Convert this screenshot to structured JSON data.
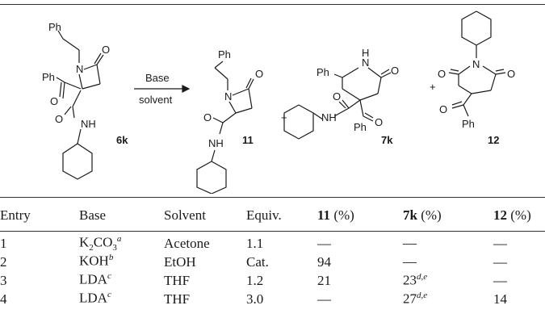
{
  "scheme": {
    "arrow_top": "Base",
    "arrow_bottom": "solvent",
    "plus": "+",
    "labels": {
      "ph": "Ph",
      "n": "N",
      "o": "O",
      "nh": "NH",
      "h": "H"
    },
    "compounds": {
      "start": "6k",
      "p11": "11",
      "p7k": "7k",
      "p12": "12"
    }
  },
  "table": {
    "headers": [
      {
        "bold": "",
        "text": "Entry"
      },
      {
        "bold": "",
        "text": "Base"
      },
      {
        "bold": "",
        "text": "Solvent"
      },
      {
        "bold": "",
        "text": "Equiv."
      },
      {
        "bold": "11",
        "text": " (%)"
      },
      {
        "bold": "7k",
        "text": " (%)"
      },
      {
        "bold": "12",
        "text": " (%)"
      }
    ],
    "rows": [
      {
        "entry": "1",
        "base": "K",
        "base_sub1": "2",
        "base_mid": "CO",
        "base_sub2": "3",
        "base_sup": "a",
        "solvent": "Acetone",
        "equiv": "1.1",
        "y11": "—",
        "y7k": "—",
        "y7k_sup": "",
        "y12": "—"
      },
      {
        "entry": "2",
        "base": "KOH",
        "base_sub1": "",
        "base_mid": "",
        "base_sub2": "",
        "base_sup": "b",
        "solvent": "EtOH",
        "equiv": "Cat.",
        "y11": "94",
        "y7k": "—",
        "y7k_sup": "",
        "y12": "—"
      },
      {
        "entry": "3",
        "base": "LDA",
        "base_sub1": "",
        "base_mid": "",
        "base_sub2": "",
        "base_sup": "c",
        "solvent": "THF",
        "equiv": "1.2",
        "y11": "21",
        "y7k": "23",
        "y7k_sup": "d,e",
        "y12": "—"
      },
      {
        "entry": "4",
        "base": "LDA",
        "base_sub1": "",
        "base_mid": "",
        "base_sub2": "",
        "base_sup": "c",
        "solvent": "THF",
        "equiv": "3.0",
        "y11": "—",
        "y7k": "27",
        "y7k_sup": "d,e",
        "y12": "14"
      }
    ]
  }
}
